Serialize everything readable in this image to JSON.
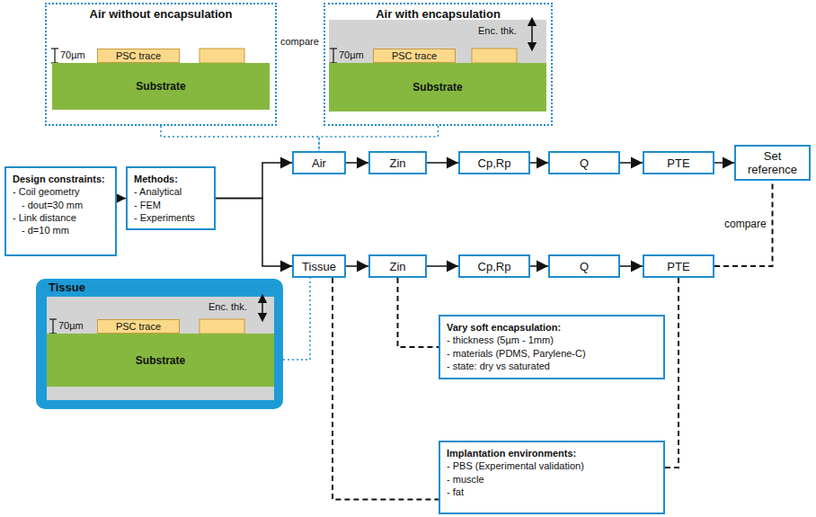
{
  "diagram": {
    "nodes": [
      {
        "text": [
          "Air without encapsulation"
        ]
      },
      {
        "text": [
          "PSC trace"
        ],
        "in": 0
      },
      {
        "text": [
          "Substrate"
        ],
        "in": 0
      },
      {
        "text": [
          "Air with encapsulation"
        ]
      },
      {
        "text": [
          "PSC trace"
        ],
        "in": 3
      },
      {
        "text": [
          "Substrate"
        ],
        "in": 3
      },
      {
        "text": [
          "Design constraints:",
          "- Coil geometry",
          "- dout=30 mm",
          "- Link distance",
          "- d=10 mm"
        ]
      },
      {
        "text": [
          "Methods:",
          "- Analytical",
          "- FEM",
          "- Experiments"
        ]
      },
      {
        "text": [
          "Air"
        ]
      },
      {
        "text": [
          "Zin"
        ]
      },
      {
        "text": [
          "Cp,Rp"
        ]
      },
      {
        "text": [
          "Q"
        ]
      },
      {
        "text": [
          "PTE"
        ]
      },
      {
        "text": [
          "Set reference"
        ]
      },
      {
        "text": [
          "Tissue"
        ]
      },
      {
        "text": [
          "Zin"
        ]
      },
      {
        "text": [
          "Cp,Rp"
        ]
      },
      {
        "text": [
          "Q"
        ]
      },
      {
        "text": [
          "PTE"
        ]
      },
      {
        "text": [
          "Tissue"
        ]
      },
      {
        "text": [
          "PSC trace"
        ],
        "in": 19
      },
      {
        "text": [
          "Substrate"
        ],
        "in": 19
      },
      {
        "text": [
          "Vary soft encapsulation:",
          "- thickness (5µm - 1mm)",
          "- materials (PDMS, Parylene-C)",
          "- state: dry vs saturated"
        ]
      },
      {
        "text": [
          "Implantation environments:",
          "- PBS (Experimental validation)",
          "- muscle",
          "- fat"
        ]
      }
    ],
    "edges": [
      {
        "from": 0,
        "to": 8,
        "arrow": "none"
      },
      {
        "from": 3,
        "to": 8,
        "arrow": "none"
      },
      {
        "from": 6,
        "to": 7,
        "arrow": "to"
      },
      {
        "from": 7,
        "to": 8,
        "arrow": "to"
      },
      {
        "from": 7,
        "to": 14,
        "arrow": "to"
      },
      {
        "from": 8,
        "to": 9,
        "arrow": "to"
      },
      {
        "from": 9,
        "to": 10,
        "arrow": "to"
      },
      {
        "from": 10,
        "to": 11,
        "arrow": "to"
      },
      {
        "from": 11,
        "to": 12,
        "arrow": "to"
      },
      {
        "from": 12,
        "to": 13,
        "arrow": "to"
      },
      {
        "from": 14,
        "to": 15,
        "arrow": "to"
      },
      {
        "from": 15,
        "to": 16,
        "arrow": "to"
      },
      {
        "from": 16,
        "to": 17,
        "arrow": "to"
      },
      {
        "from": 17,
        "to": 18,
        "arrow": "to"
      },
      {
        "from": 18,
        "to": 13,
        "label": "compare",
        "arrow": "none"
      },
      {
        "from": 19,
        "to": 14,
        "arrow": "none"
      },
      {
        "from": 15,
        "to": 22,
        "arrow": "none"
      },
      {
        "from": 14,
        "to": 23,
        "arrow": "none"
      },
      {
        "from": 18,
        "to": 23,
        "arrow": "none"
      }
    ],
    "labels": [
      "70µm",
      "compare",
      "Enc. thk.",
      "70µm",
      "70µm",
      "Enc. thk."
    ]
  }
}
